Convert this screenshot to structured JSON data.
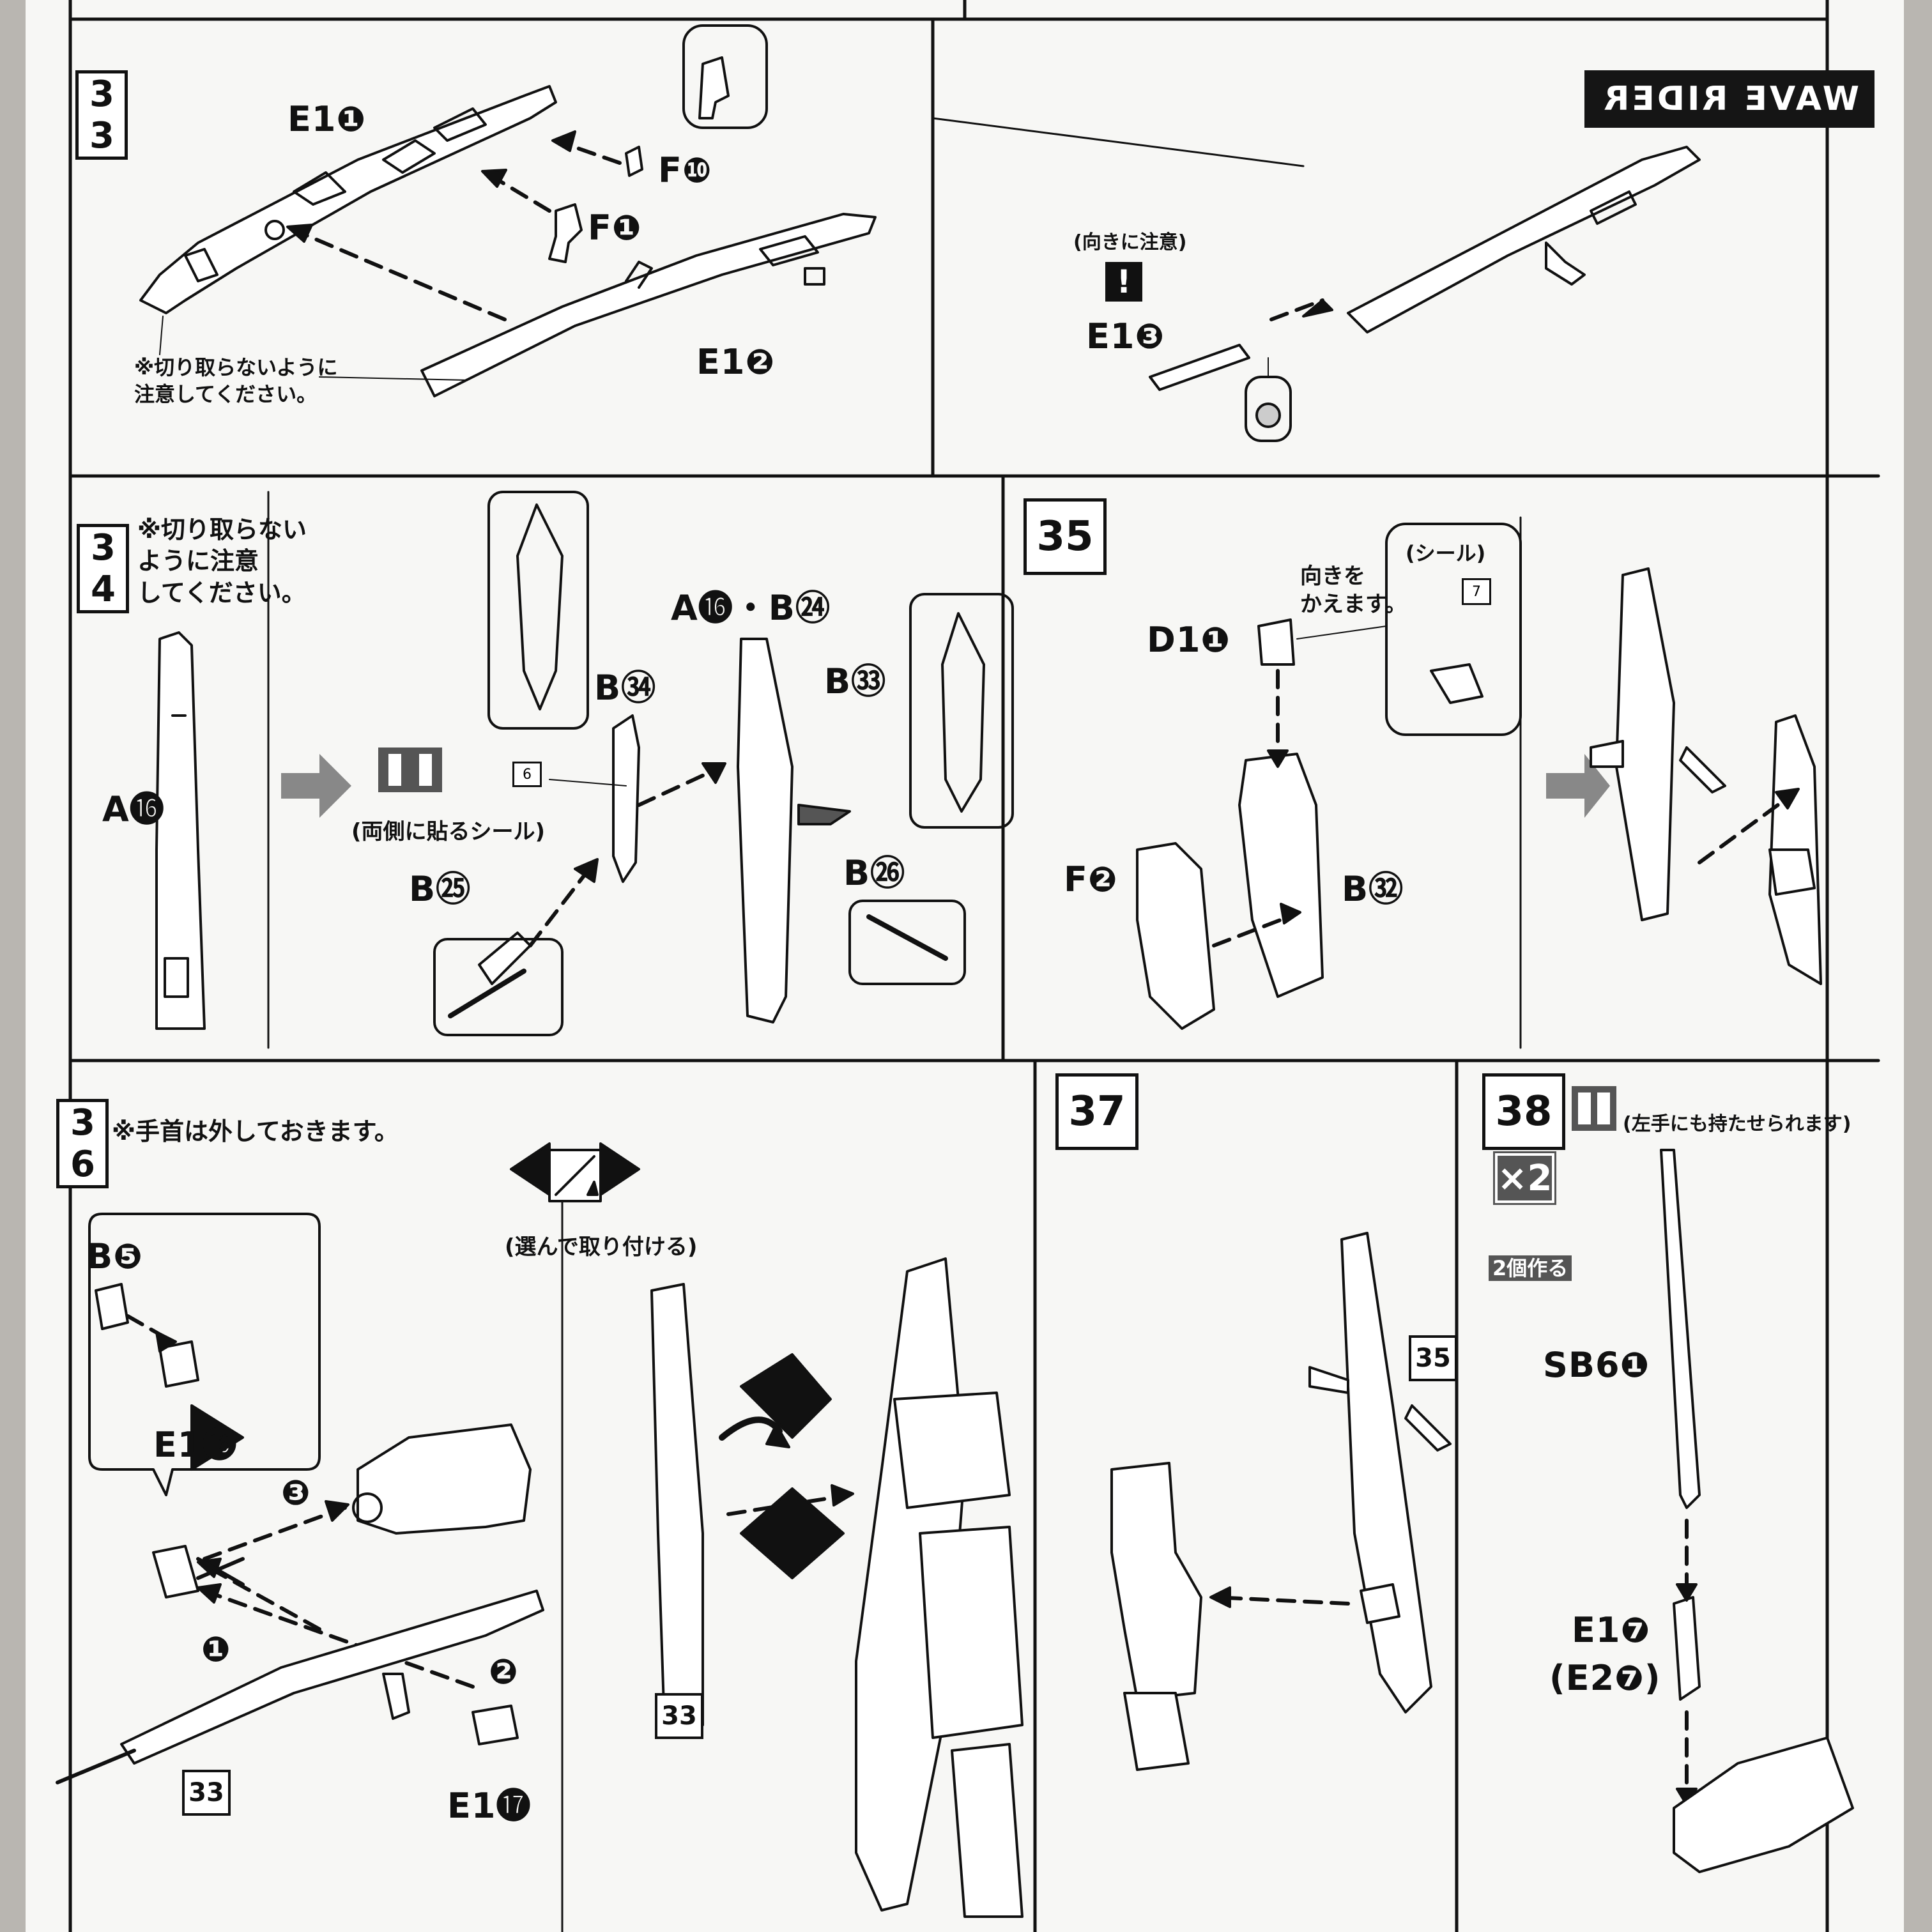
{
  "header": {
    "band_text": "WAVE RIDER"
  },
  "colors": {
    "ink": "#111111",
    "paper": "#f7f7f5",
    "background": "#b9b6b1",
    "band": "#151515",
    "gray_badge": "#555555"
  },
  "steps": {
    "s33": {
      "number": "33",
      "labels": {
        "e1_1": "E1❶",
        "f10": "F❿",
        "f1": "F❶",
        "e1_2": "E1❷",
        "e1_3": "E1❸"
      },
      "note": "※切り取らないように\n注意してください。",
      "caution": "(向きに注意)",
      "warn_mark": "!"
    },
    "s34": {
      "number": "34",
      "note": "※切り取らない\nように注意\nしてください。",
      "labels": {
        "a16": "A⓰",
        "b34": "B㉞",
        "a16_b24": "A⓰・B㉔",
        "b33": "B㉝",
        "b25": "B㉕",
        "b26": "B㉖"
      },
      "sticker_note": "(両側に貼るシール)",
      "sticker_no": "6"
    },
    "s35": {
      "number": "35",
      "labels": {
        "d1_1": "D1❶",
        "f2": "F❷",
        "b32": "B㉜"
      },
      "turn_note": "向きを\nかえます。",
      "seal_title": "(シール)",
      "sticker_no": "7"
    },
    "s36": {
      "number": "36",
      "note": "※手首は外しておきます。",
      "choose_note": "(選んで取り付ける)",
      "labels": {
        "b5": "B❺",
        "e1_16": "E1⓰",
        "e1_17": "E1⓱"
      },
      "ref": "33",
      "ref2": "33",
      "order": [
        "❶",
        "❷",
        "❸"
      ]
    },
    "s37": {
      "number": "37",
      "ref": "35"
    },
    "s38": {
      "number": "38",
      "count": "×2",
      "count_note": "2個作る",
      "hand_note": "(左手にも持たせられます)",
      "labels": {
        "sb6_1": "SB6❶",
        "e1_7": "E1❼",
        "e2_7": "(E2❼)"
      }
    }
  }
}
